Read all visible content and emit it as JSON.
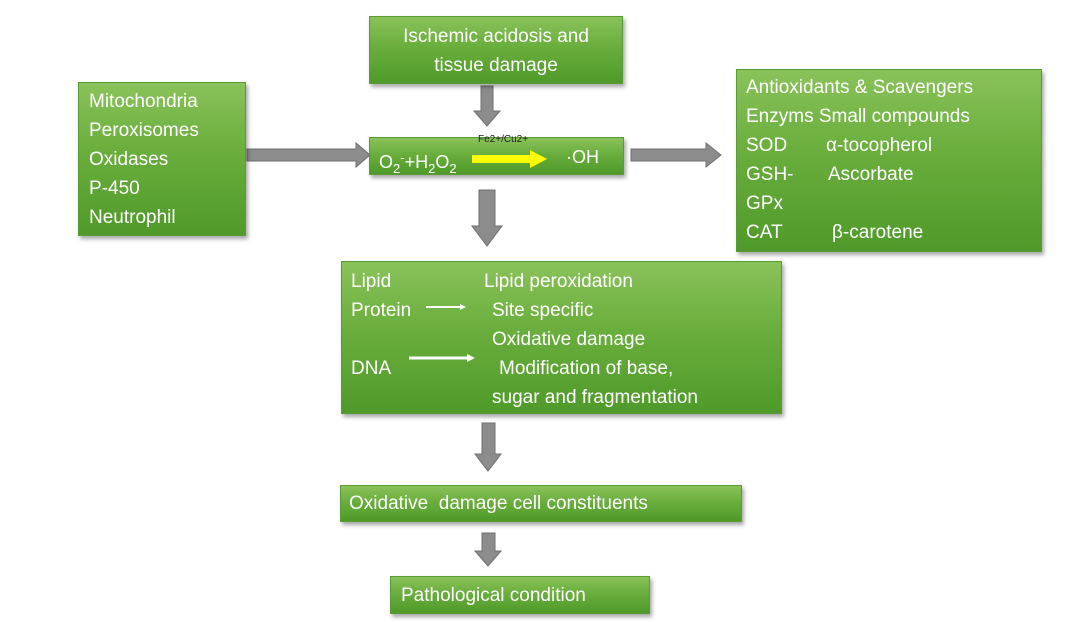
{
  "top_box": {
    "line1": "Ischemic acidosis and",
    "line2": "tissue damage"
  },
  "sources": [
    "Mitochondria",
    "Peroxisomes",
    "Oxidases",
    "P-450",
    "Neutrophil"
  ],
  "reaction": {
    "o2": "O",
    "o2_sub": "2",
    "o2_sup": "-",
    "plus": "+H",
    "h2_sub": "2",
    "o_part": "O",
    "o2b_sub": "2",
    "catalyst": "Fe2+/Cu2+",
    "product": "·OH"
  },
  "antioxidants": {
    "heading": "Antioxidants & Scavengers",
    "col_enzyme_title": "Enzyms",
    "col_small_title": "Small compounds",
    "enzymes": [
      "SOD",
      "GSH-",
      "GPx",
      "CAT"
    ],
    "small": [
      "α-tocopherol",
      "Ascorbate",
      "β-carotene"
    ]
  },
  "targets": {
    "left": [
      "Lipid",
      "Protein",
      "DNA"
    ],
    "right": [
      "Lipid peroxidation",
      "Site specific",
      "Oxidative damage",
      "Modification of base,",
      "sugar and fragmentation"
    ]
  },
  "damage_box": {
    "label": "Oxidative  damage cell constituents"
  },
  "final_box": {
    "label": "Pathological condition"
  },
  "colors": {
    "box": "#6aae3d",
    "arrow": "#7f7f7f",
    "catalyst_arrow": "#ffff00"
  }
}
